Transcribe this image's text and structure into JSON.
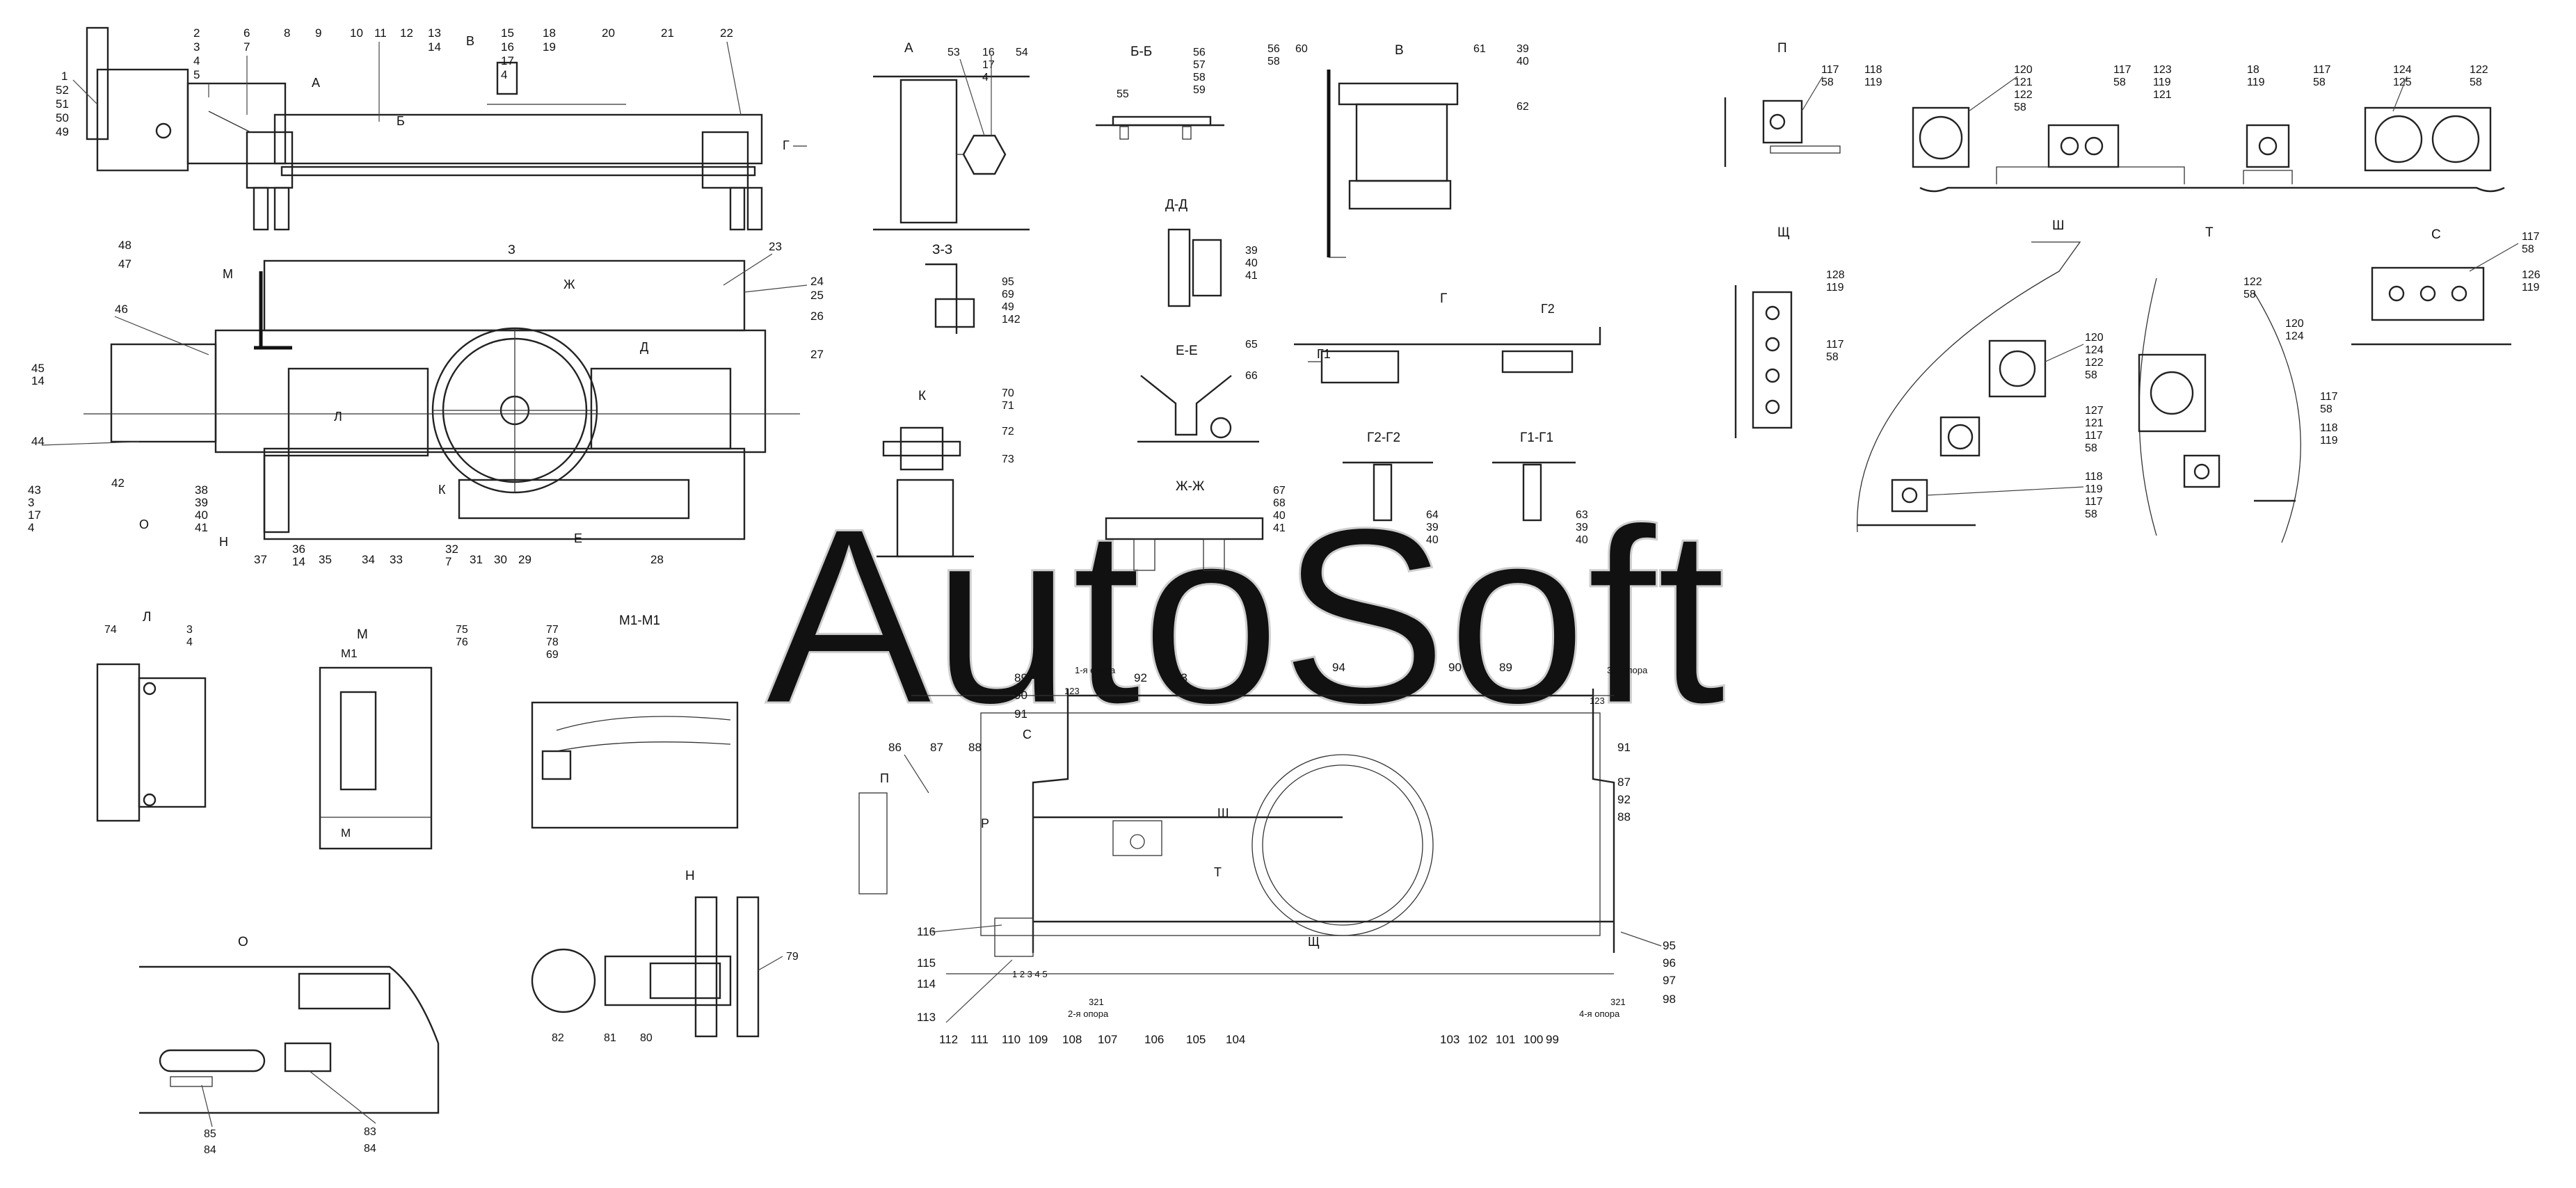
{
  "watermark": "AutoSoft",
  "view_labels": {
    "a": "А",
    "bb": "Б-Б",
    "v": "В",
    "p": "П",
    "shch": "Щ",
    "sh": "Ш",
    "t": "Т",
    "s": "С",
    "dd": "Д-Д",
    "zz": "З-З",
    "ee": "Е-Е",
    "g": "Г",
    "k": "К",
    "zhzh": "Ж-Ж",
    "g2g2": "Г2-Г2",
    "g1g1": "Г1-Г1",
    "l": "Л",
    "m": "М",
    "m1": "М1",
    "m1m1": "М1-М1",
    "n": "Н",
    "o": "О"
  },
  "section_marks": {
    "a": "А",
    "b": "Б",
    "v": "В",
    "g": "Г",
    "d": "Д",
    "z": "З",
    "zh": "Ж",
    "k": "К",
    "e": "Е",
    "l": "Л",
    "m": "М",
    "n": "Н",
    "o": "О",
    "p": "П",
    "r": "Р",
    "sh": "Ш",
    "t": "Т",
    "s": "С",
    "shch": "Щ",
    "g1": "Г1",
    "g2": "Г2"
  },
  "support_labels": {
    "s1": "1-я опора",
    "s2": "2-я опора",
    "s3": "3-я опора",
    "s4": "4-я опора"
  },
  "plug_numbers": {
    "left": "1 2 3 4 5",
    "c321a": "321",
    "c321b": "321",
    "c123a": "123",
    "c123b": "123"
  },
  "callouts": {
    "side": [
      "1",
      "52",
      "51",
      "50",
      "49",
      "2",
      "3",
      "4",
      "5",
      "6",
      "7",
      "8",
      "9",
      "10",
      "11",
      "12",
      "13",
      "14",
      "15",
      "16",
      "17",
      "4",
      "18",
      "19",
      "20",
      "21",
      "22"
    ],
    "plan_right": [
      "23",
      "24",
      "25",
      "26",
      "27",
      "28"
    ],
    "plan_left": [
      "48",
      "47",
      "46",
      "45",
      "14",
      "44",
      "43",
      "3",
      "17",
      "4",
      "42",
      "38",
      "39",
      "40",
      "41",
      "37",
      "36",
      "14",
      "35",
      "34",
      "33",
      "32",
      "7",
      "31",
      "30",
      "29"
    ],
    "view_a": [
      "53",
      "16",
      "17",
      "4",
      "54"
    ],
    "view_bb": [
      "55",
      "56",
      "57",
      "58",
      "59"
    ],
    "view_v": [
      "56",
      "58",
      "60",
      "61",
      "39",
      "40",
      "62"
    ],
    "view_p": [
      "117",
      "58",
      "118",
      "119"
    ],
    "view_top_right": [
      "120",
      "121",
      "122",
      "58",
      "117",
      "58",
      "123",
      "119",
      "121",
      "18",
      "119",
      "117",
      "58",
      "124",
      "125",
      "122",
      "58"
    ],
    "view_shch": [
      "128",
      "119",
      "117",
      "58"
    ],
    "view_sh": [
      "120",
      "124",
      "122",
      "58",
      "127",
      "121",
      "117",
      "58",
      "118",
      "119",
      "117",
      "58"
    ],
    "view_t": [
      "122",
      "58",
      "120",
      "124",
      "117",
      "58",
      "118",
      "119"
    ],
    "view_s": [
      "117",
      "58",
      "126",
      "119"
    ],
    "view_dd": [
      "39",
      "40",
      "41"
    ],
    "view_zz": [
      "95",
      "69",
      "49",
      "142"
    ],
    "view_ee": [
      "65",
      "66"
    ],
    "view_k": [
      "70",
      "71",
      "72",
      "73"
    ],
    "view_zhzh": [
      "67",
      "68",
      "40",
      "41"
    ],
    "view_g2g2": [
      "64",
      "39",
      "40"
    ],
    "view_g1g1": [
      "63",
      "39",
      "40"
    ],
    "view_l": [
      "74",
      "3",
      "4"
    ],
    "view_m1m1": [
      "75",
      "76",
      "77",
      "78",
      "69"
    ],
    "view_n": [
      "79",
      "82",
      "81",
      "80"
    ],
    "view_o": [
      "85",
      "84",
      "83",
      "84"
    ],
    "scheme_top": [
      "89",
      "90",
      "91",
      "92",
      "93",
      "94",
      "90",
      "89",
      "91",
      "87",
      "92",
      "88"
    ],
    "scheme_left": [
      "86",
      "87",
      "88",
      "116",
      "115",
      "114",
      "113"
    ],
    "scheme_bottom": [
      "112",
      "111",
      "110",
      "109",
      "108",
      "107",
      "106",
      "105",
      "104",
      "103",
      "102",
      "101",
      "100",
      "99"
    ],
    "scheme_right": [
      "95",
      "96",
      "97",
      "98"
    ]
  }
}
